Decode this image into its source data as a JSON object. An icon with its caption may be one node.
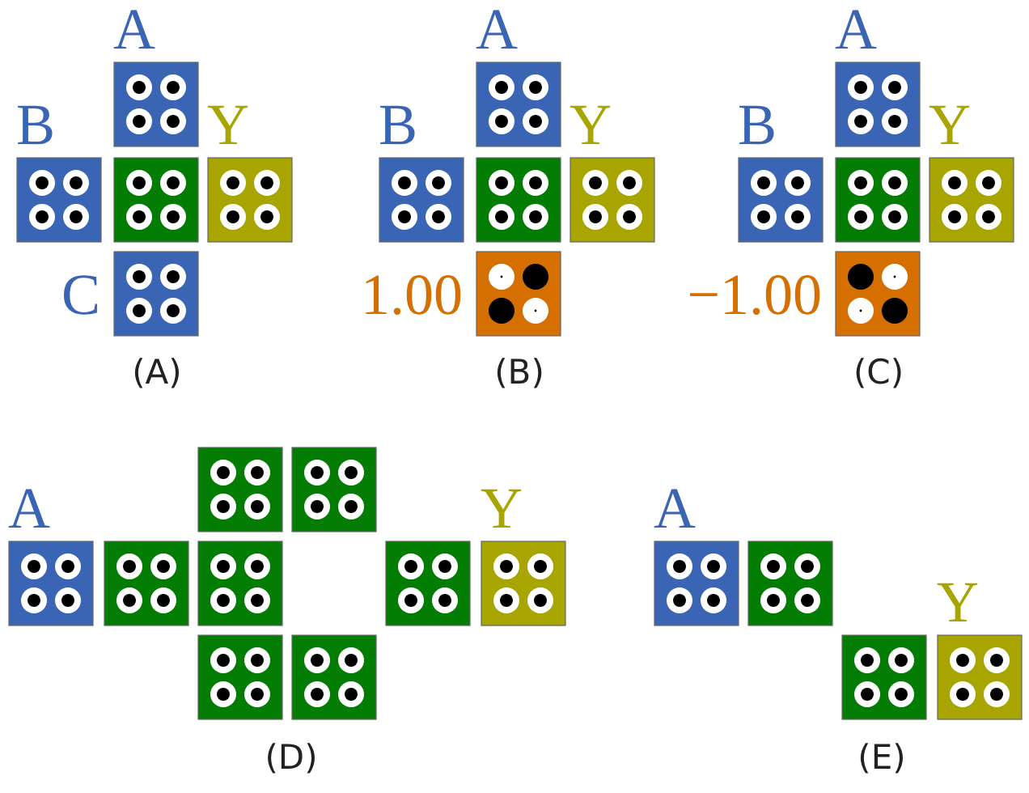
{
  "diagram": {
    "nodes": [
      {
        "text": [
          "A"
        ]
      },
      {
        "text": [
          "B"
        ]
      },
      {
        "text": [],
        "shape": "box"
      },
      {
        "text": [
          "Y"
        ]
      },
      {
        "text": [
          "C"
        ]
      },
      {
        "text": [
          "A"
        ]
      },
      {
        "text": [
          "B"
        ]
      },
      {
        "text": [],
        "shape": "box"
      },
      {
        "text": [
          "Y"
        ]
      },
      {
        "text": [
          "1.00"
        ]
      },
      {
        "text": [
          "A"
        ]
      },
      {
        "text": [
          "B"
        ]
      },
      {
        "text": [],
        "shape": "box"
      },
      {
        "text": [
          "Y"
        ]
      },
      {
        "text": [
          "−1.00"
        ]
      },
      {
        "text": [],
        "shape": "box"
      },
      {
        "text": [],
        "shape": "box"
      },
      {
        "text": [
          "A"
        ]
      },
      {
        "text": [],
        "shape": "box"
      },
      {
        "text": [],
        "shape": "box"
      },
      {
        "text": [],
        "shape": "box"
      },
      {
        "text": [
          "Y"
        ]
      },
      {
        "text": [],
        "shape": "box"
      },
      {
        "text": [],
        "shape": "box"
      },
      {
        "text": [
          "A"
        ]
      },
      {
        "text": [],
        "shape": "box"
      },
      {
        "text": [],
        "shape": "box"
      },
      {
        "text": [
          "Y"
        ]
      }
    ],
    "labels": [
      "(A)",
      "(B)",
      "(C)",
      "(D)",
      "(E)"
    ]
  }
}
